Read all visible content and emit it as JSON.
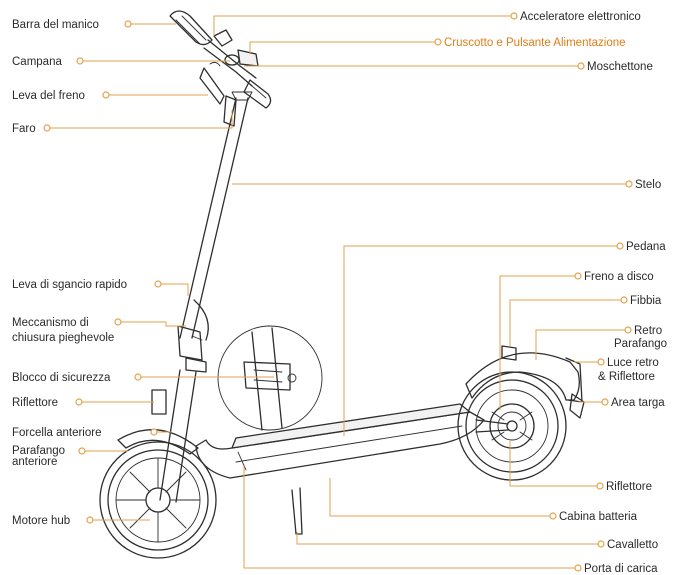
{
  "labels": {
    "barra_manico": "Barra del manico",
    "campana": "Campana",
    "leva_freno": "Leva del freno",
    "faro": "Faro",
    "acceleratore": "Acceleratore elettronico",
    "cruscotto": "Cruscotto e Pulsante Alimentazione",
    "moschettone": "Moschettone",
    "stelo": "Stelo",
    "pedana": "Pedana",
    "leva_sgancio": "Leva di sgancio rapido",
    "meccanismo_1": "Meccanismo di",
    "meccanismo_2": "chiusura pieghevole",
    "freno_disco": "Freno a disco",
    "fibbia": "Fibbia",
    "retro_parafango_1": "Retro",
    "retro_parafango_2": "Parafango",
    "blocco_sicurezza": "Blocco di sicurezza",
    "luce_retro_1": "Luce retro",
    "luce_retro_2": "& Riflettore",
    "riflettore_ant": "Riflettore",
    "area_targa": "Area targa",
    "forcella": "Forcella anteriore",
    "parafango_ant_1": "Parafango",
    "parafango_ant_2": "anteriore",
    "riflettore_post": "Riflettore",
    "motore_hub": "Motore hub",
    "cabina_batteria": "Cabina batteria",
    "cavalletto": "Cavalletto",
    "porta_carica": "Porta di carica"
  },
  "colors": {
    "accent": "#e07d16",
    "leader": "#e3a24c",
    "ink": "#2e2e2e"
  }
}
